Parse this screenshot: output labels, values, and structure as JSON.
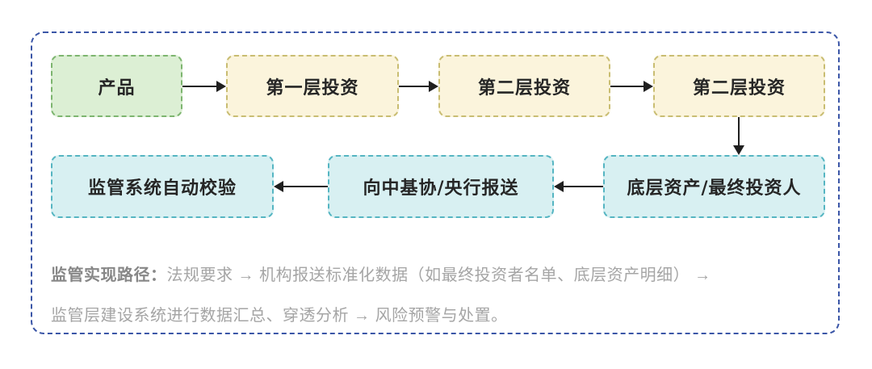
{
  "flowchart": {
    "top_row": [
      {
        "label": "产品"
      },
      {
        "label": "第一层投资"
      },
      {
        "label": "第二层投资"
      },
      {
        "label": "第二层投资"
      }
    ],
    "bottom_row": [
      {
        "label": "监管系统自动校验"
      },
      {
        "label": "向中基协/央行报送"
      },
      {
        "label": "底层资产/最终投资人"
      }
    ]
  },
  "summary": {
    "heading": "监管实现路径：",
    "line1": "法规要求 → 机构报送标准化数据（如最终投资者名单、底层资产明细） →",
    "line2": "监管层建设系统进行数据汇总、穿透分析 → 风险预警与处置。"
  },
  "colors": {
    "frame_border": "#3b56a7",
    "product_fill": "#dcefd4",
    "product_border": "#7db56f",
    "investment_fill": "#fbf4dc",
    "investment_border": "#c9bd72",
    "report_fill": "#d8f0f2",
    "report_border": "#55b5c2",
    "arrow": "#1f1f1f",
    "box_text": "#262626",
    "summary_heading_text": "#878787",
    "summary_body_text": "#a5a5a5",
    "background": "#ffffff"
  }
}
